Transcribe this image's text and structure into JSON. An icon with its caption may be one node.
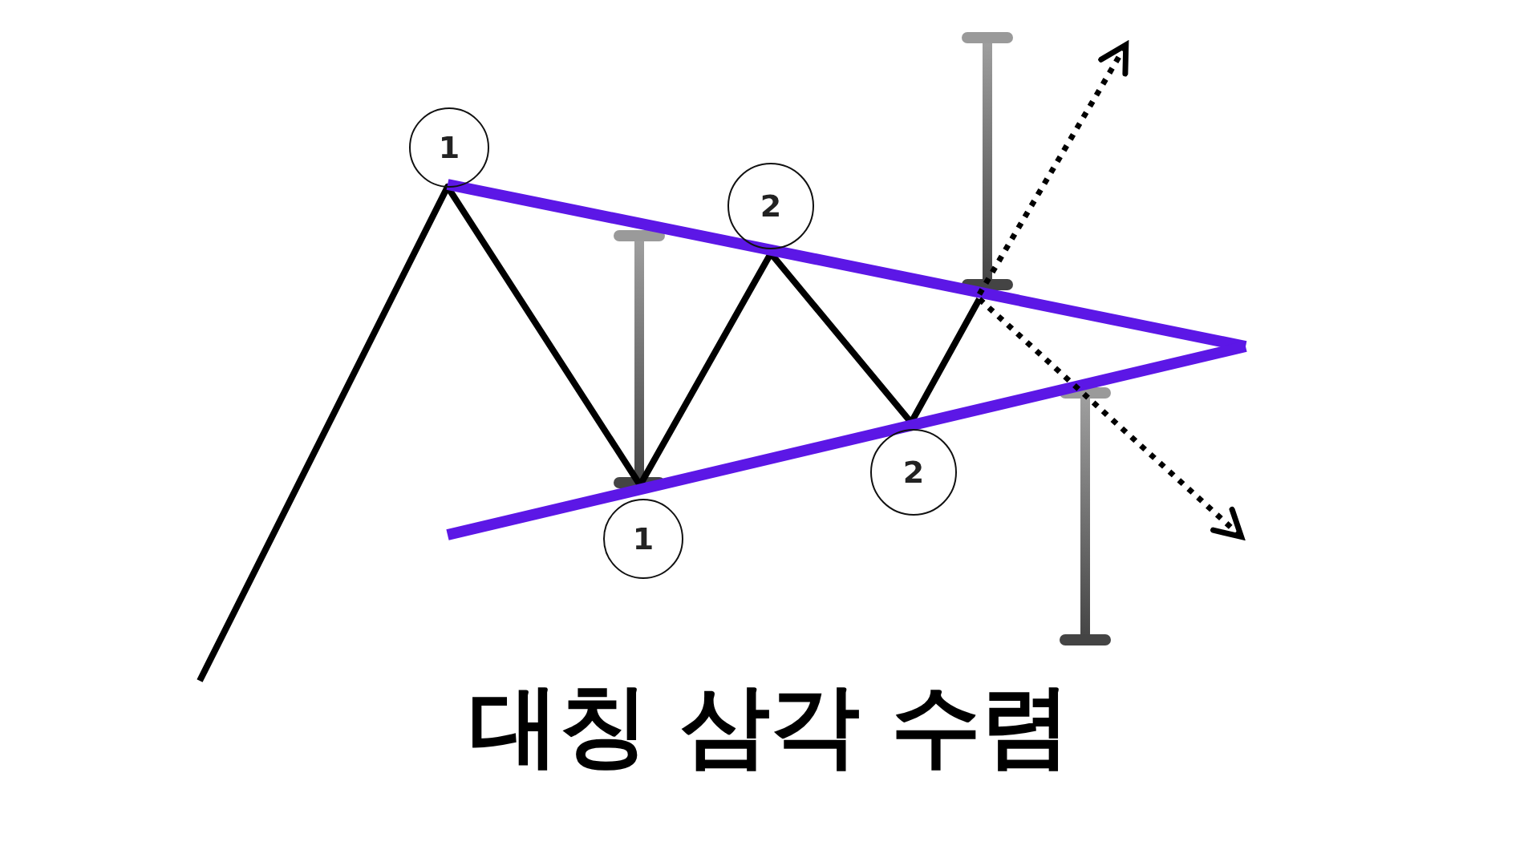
{
  "diagram": {
    "title": "대칭 삼각 수렴",
    "nodes": [
      {
        "text": [
          "1"
        ]
      },
      {
        "text": [
          "2"
        ]
      },
      {
        "text": [
          "2"
        ]
      },
      {
        "text": [
          "1"
        ]
      }
    ]
  }
}
